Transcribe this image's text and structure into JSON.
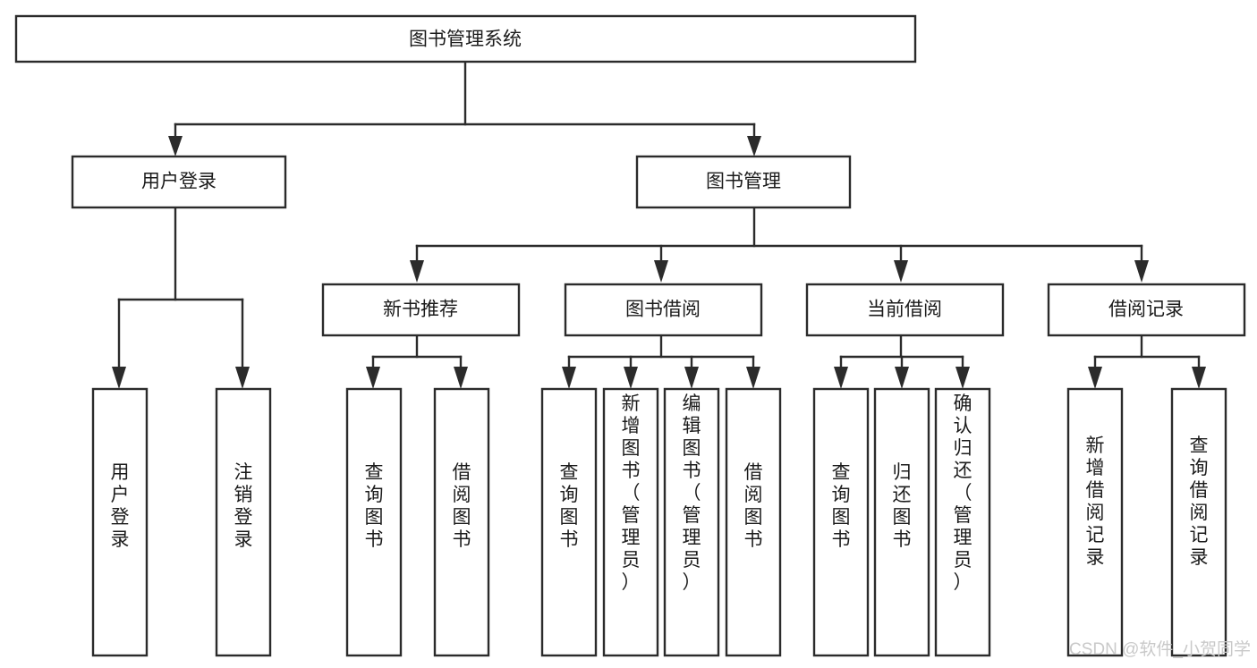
{
  "diagram": {
    "title": "图书管理系统",
    "type": "tree-hierarchy-chart",
    "orientation": "top-down",
    "colors": {
      "background": "#ffffff",
      "box_fill": "#ffffff",
      "box_stroke": "#2b2b2b",
      "connector": "#2b2b2b",
      "text": "#1b1b1b",
      "watermark": "#c9c9c9"
    }
  },
  "root": {
    "label": "图书管理系统"
  },
  "level2": [
    {
      "label": "用户登录"
    },
    {
      "label": "图书管理"
    }
  ],
  "level3": [
    {
      "label": "新书推荐"
    },
    {
      "label": "图书借阅"
    },
    {
      "label": "当前借阅"
    },
    {
      "label": "借阅记录"
    }
  ],
  "leaves": {
    "user_login": [
      {
        "label": "用户登录"
      },
      {
        "label": "注销登录"
      }
    ],
    "new_book_recommend": [
      {
        "label": "查询图书"
      },
      {
        "label": "借阅图书"
      }
    ],
    "book_borrow": [
      {
        "label": "查询图书"
      },
      {
        "label": "新增图书（管理员）"
      },
      {
        "label": "编辑图书（管理员）"
      },
      {
        "label": "借阅图书"
      }
    ],
    "current_borrow": [
      {
        "label": "查询图书"
      },
      {
        "label": "归还图书"
      },
      {
        "label": "确认归还（管理员）"
      }
    ],
    "borrow_record": [
      {
        "label": "新增借阅记录"
      },
      {
        "label": "查询借阅记录"
      }
    ]
  },
  "watermark": {
    "text": "CSDN @软件_小贺同学"
  }
}
